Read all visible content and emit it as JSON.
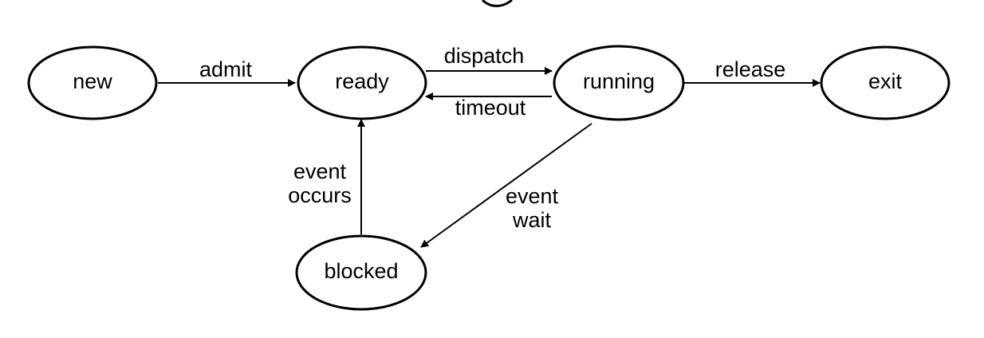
{
  "diagram": {
    "states": {
      "new": "new",
      "ready": "ready",
      "running": "running",
      "exit": "exit",
      "blocked": "blocked"
    },
    "transitions": {
      "admit": "admit",
      "dispatch": "dispatch",
      "timeout": "timeout",
      "release": "release",
      "event_occurs_line1": "event",
      "event_occurs_line2": "occurs",
      "event_wait_line1": "event",
      "event_wait_line2": "wait"
    }
  }
}
